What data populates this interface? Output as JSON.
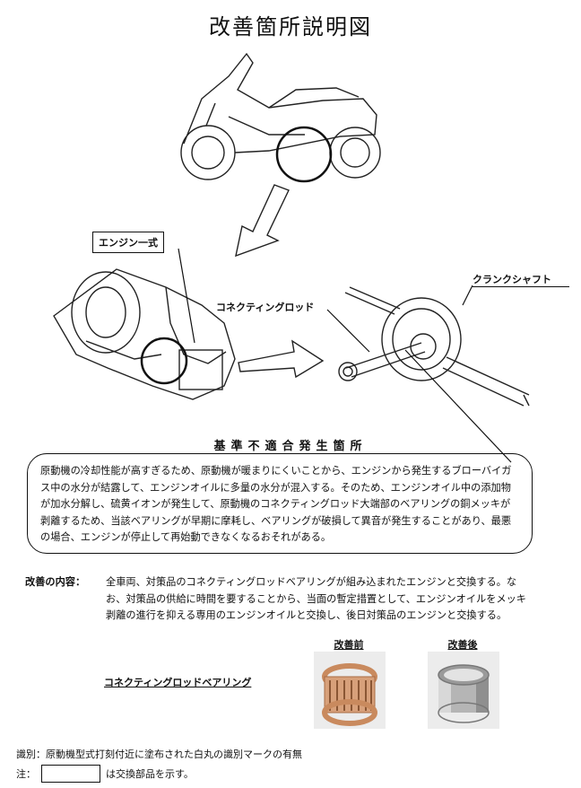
{
  "title": "改善箇所説明図",
  "callouts": {
    "engine_assembly": "エンジン一式",
    "crankshaft": "クランクシャフト",
    "connecting_rod": "コネクティングロッド"
  },
  "section_title": "基準不適合発生箇所",
  "description": "原動機の冷却性能が高すぎるため、原動機が暖まりにくいことから、エンジンから発生するブローバイガス中の水分が結露して、エンジンオイルに多量の水分が混入する。そのため、エンジンオイル中の添加物が加水分解し、硫黄イオンが発生して、原動機のコネクティングロッド大端部のベアリングの銅メッキが剥離するため、当該ベアリングが早期に摩耗し、ベアリングが破損して異音が発生することがあり、最悪の場合、エンジンが停止して再始動できなくなるおそれがある。",
  "improvement": {
    "label": "改善の内容：",
    "text": "全車両、対策品のコネクティングロッドベアリングが組み込まれたエンジンと交換する。なお、対策品の供給に時間を要することから、当面の暫定措置として、エンジンオイルをメッキ剥離の進行を抑える専用のエンジンオイルと交換し、後日対策品のエンジンと交換する。"
  },
  "part": {
    "name": "コネクティングロッドベアリング",
    "before_label": "改善前",
    "after_label": "改善後",
    "before_color": "#c98a5e",
    "after_color": "#a9a9a9"
  },
  "footer": {
    "identification": "識別：原動機型式打刻付近に塗布された白丸の識別マークの有無",
    "note_prefix": "注：",
    "note_suffix": "は交換部品を示す。"
  }
}
